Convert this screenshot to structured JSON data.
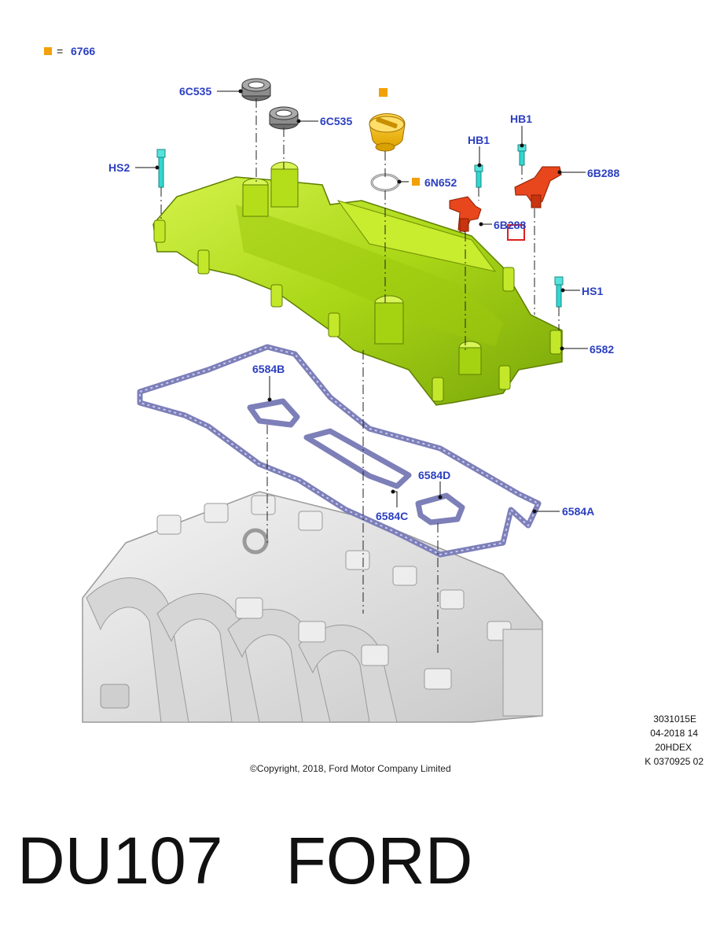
{
  "legend": {
    "equals": "=",
    "part": "6766",
    "marker_color": "#f2a007"
  },
  "callouts": {
    "c6C535_a": "6C535",
    "c6C535_b": "6C535",
    "c6N652": "6N652",
    "cHS2": "HS2",
    "cHB1_a": "HB1",
    "cHB1_b": "HB1",
    "c6B288_a": "6B288",
    "c6B288_b": "6B288",
    "cHS1": "HS1",
    "c6582": "6582",
    "c6584B": "6584B",
    "c6584D": "6584D",
    "c6584C": "6584C",
    "c6584A": "6584A"
  },
  "meta": [
    "3031015E",
    "04-2018 14",
    "20HDEX",
    "K 0370925 02"
  ],
  "copyright": "©Copyright, 2018, Ford Motor Company Limited",
  "footer": {
    "code": "DU107",
    "brand": "FORD"
  },
  "colors": {
    "label": "#2b3fc0",
    "cover": "#b9e21c",
    "sensor": "#e8461d",
    "connector": "#33d6d0",
    "gasket": "#7d7fb8",
    "seal": "#888888",
    "head": "#e2e2e2"
  }
}
